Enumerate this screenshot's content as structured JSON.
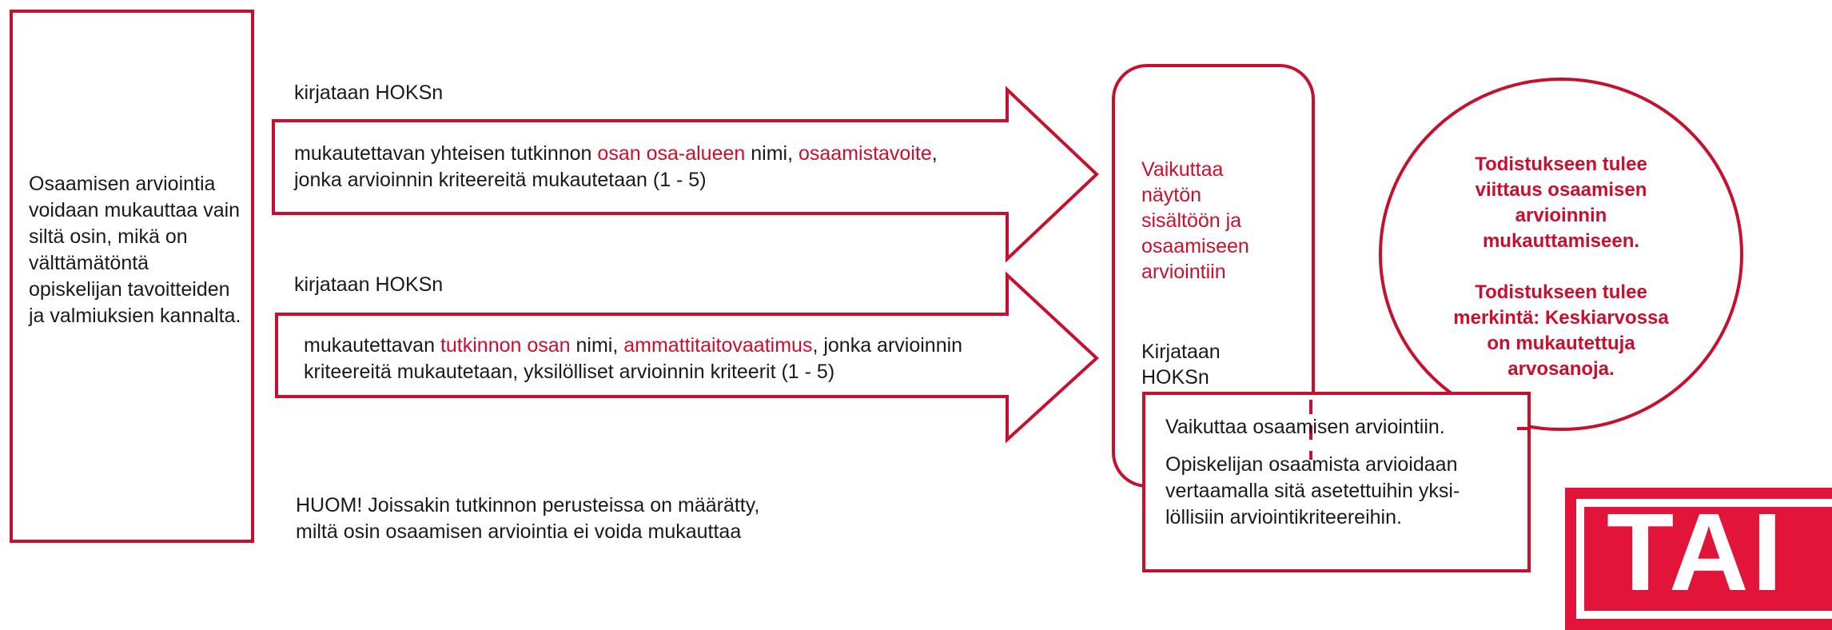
{
  "left_box": {
    "text": "Osaamisen arviointia voidaan mukauttaa vain siltä osin, mikä on välttämätöntä opiskelijan tavoitteiden ja valmiuksien kannalta."
  },
  "arrow_top": {
    "label": "kirjataan HOKSn",
    "line1": {
      "part1": "mukautettavan yhteisen tutkinnon ",
      "part2": "osan osa-alueen",
      "part3": " nimi, ",
      "part4": "osaamistavoite",
      "part5": ","
    },
    "line2": "jonka arvioinnin kriteereitä mukautetaan (1 - 5)"
  },
  "arrow_bottom": {
    "label": "kirjataan HOKSn",
    "line1": {
      "part1": "mukautettavan ",
      "part2": "tutkinnon osan",
      "part3": " nimi, ",
      "part4": "ammattitaitovaatimus",
      "part5": ", jonka arvioinnin"
    },
    "line2": "kriteereitä mukautetaan, yksilölliset arvioinnin kriteerit (1 - 5)"
  },
  "note": {
    "line1": "HUOM! Joissakin tutkinnon perusteissa on määrätty,",
    "line2": "miltä osin osaamisen arviointia ei voida mukauttaa"
  },
  "middle_column": {
    "red_lines": [
      "Vaikuttaa",
      "näytön",
      "sisältöön ja",
      "osaamiseen",
      "arviointiin"
    ],
    "black_lines": [
      "Kirjataan",
      "HOKSn"
    ]
  },
  "bottom_box": {
    "line1": "Vaikuttaa osaamisen arviointiin.",
    "para2": [
      "Opiskelijan osaamista arvioidaan",
      "vertaamalla sitä asetettuihin yksi-",
      "löllisiin arviointikriteereihin."
    ]
  },
  "ellipse": {
    "para1": [
      "Todistukseen tulee",
      "viittaus osaamisen",
      "arvioinnin",
      "mukauttamiseen."
    ],
    "para2": [
      "Todistukseen tulee",
      "merkintä: Keskiarvossa",
      "on mukautettuja",
      "arvosanoja."
    ]
  },
  "logo": {
    "text": "TAI"
  },
  "colors": {
    "accent_red": "#c8102e",
    "logo_red": "#e3143a"
  }
}
